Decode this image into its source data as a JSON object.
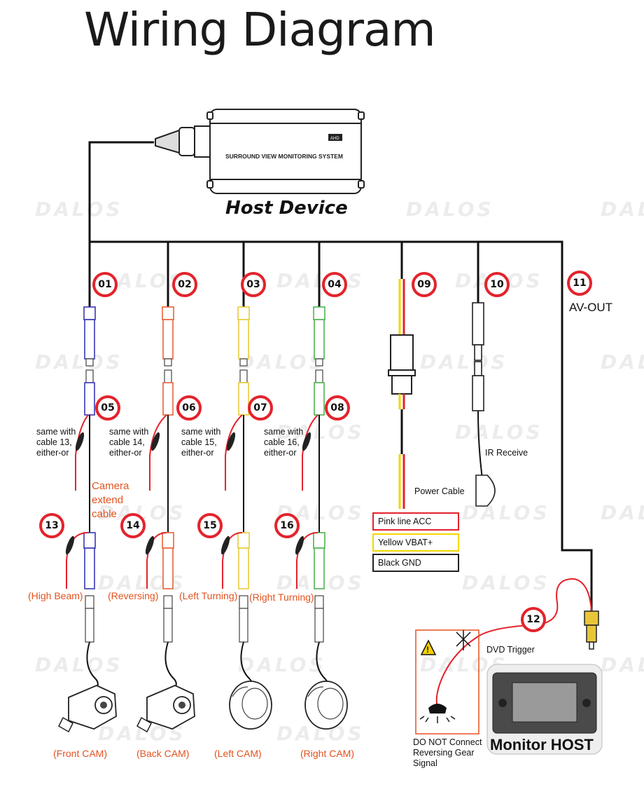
{
  "title": "Wiring Diagram",
  "host": {
    "label": "Host Device",
    "brand_text": "SURROUND VIEW MONITORING SYSTEM",
    "badge_text": "AHD"
  },
  "watermark": "DALOS",
  "badges": [
    "01",
    "02",
    "03",
    "04",
    "05",
    "06",
    "07",
    "08",
    "09",
    "10",
    "11",
    "12",
    "13",
    "14",
    "15",
    "16"
  ],
  "av_out": "AV-OUT",
  "either_notes": [
    [
      "same with",
      "cable 13,",
      "either-or"
    ],
    [
      "same with",
      "cable 14,",
      "either-or"
    ],
    [
      "same with",
      "cable 15,",
      "either-or"
    ],
    [
      "same with",
      "cable 16,",
      "either-or"
    ]
  ],
  "camera_extend": [
    "Camera",
    "extend",
    "cable"
  ],
  "signal_labels": [
    "(High Beam)",
    "(Reversing)",
    "(Left Turning)",
    "(Right Turning)"
  ],
  "camera_labels": [
    "(Front CAM)",
    "(Back CAM)",
    "(Left CAM)",
    "(Right CAM)"
  ],
  "power": {
    "cable_label": "Power Cable",
    "lines": [
      {
        "text": "Pink line ACC",
        "color": "#e3232c"
      },
      {
        "text": "Yellow VBAT+",
        "color": "#f2d800"
      },
      {
        "text": "Black GND",
        "color": "#222222"
      }
    ]
  },
  "ir_receive": "IR Receive",
  "dvd_trigger": "DVD Trigger",
  "warning_text": [
    "DO NOT Connect",
    "Reversing Gear",
    "Signal"
  ],
  "monitor_label": "Monitor  HOST",
  "colors": {
    "badge_ring": "#e3232c",
    "label_orange": "#e2531f",
    "wire_red": "#e3232c",
    "wire_black": "#111111",
    "cam1": "#3a36b5",
    "cam2": "#e8643a",
    "cam3": "#e9cc3a",
    "cam4": "#4fb34f",
    "rca_yellow": "#e8c63a"
  }
}
